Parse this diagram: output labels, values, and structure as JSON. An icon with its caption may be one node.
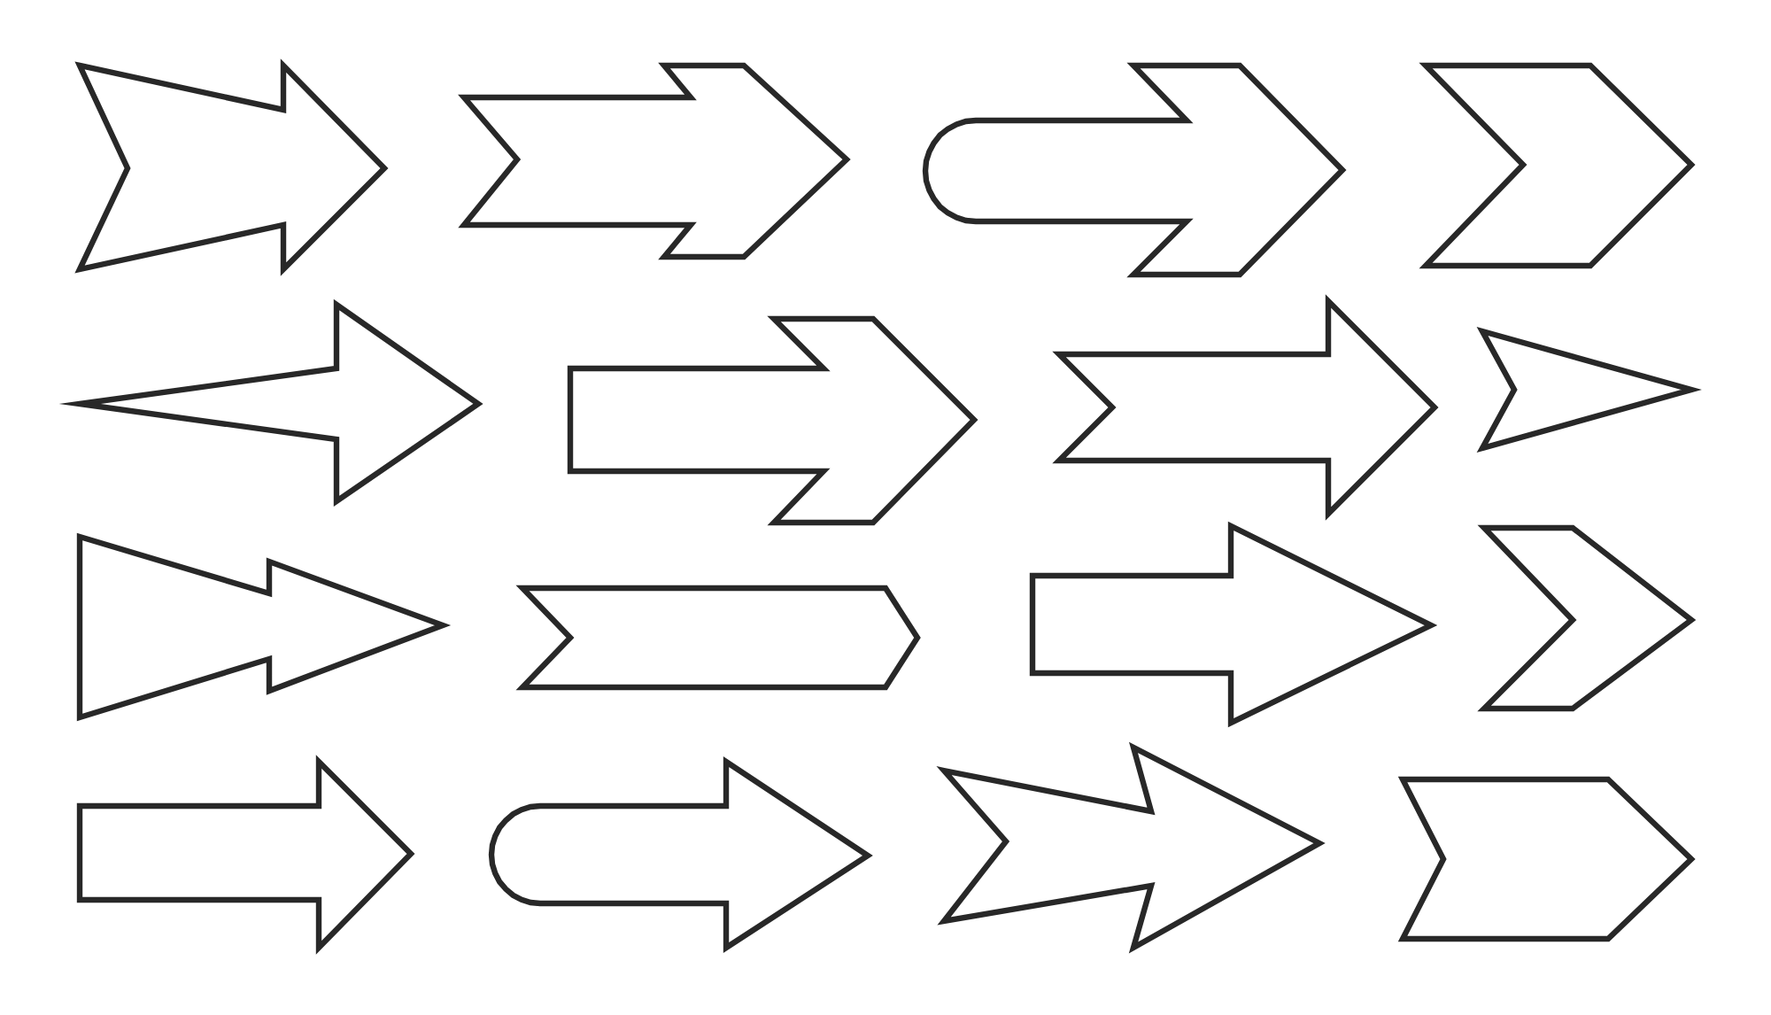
{
  "diagram": {
    "nodes": [
      {
        "text": [],
        "shape": "arrow"
      },
      {
        "text": [],
        "shape": "arrow"
      },
      {
        "text": [],
        "shape": "arrow"
      },
      {
        "text": [],
        "shape": "arrow"
      },
      {
        "text": [],
        "shape": "arrow"
      },
      {
        "text": [],
        "shape": "arrow"
      },
      {
        "text": [],
        "shape": "arrow"
      },
      {
        "text": [],
        "shape": "arrow"
      },
      {
        "text": [],
        "shape": "arrow"
      },
      {
        "text": [],
        "shape": "arrow"
      },
      {
        "text": [],
        "shape": "arrow"
      },
      {
        "text": [],
        "shape": "arrow"
      },
      {
        "text": [],
        "shape": "arrow"
      },
      {
        "text": [],
        "shape": "arrow"
      },
      {
        "text": [],
        "shape": "arrow"
      },
      {
        "text": [],
        "shape": "arrow"
      }
    ]
  }
}
